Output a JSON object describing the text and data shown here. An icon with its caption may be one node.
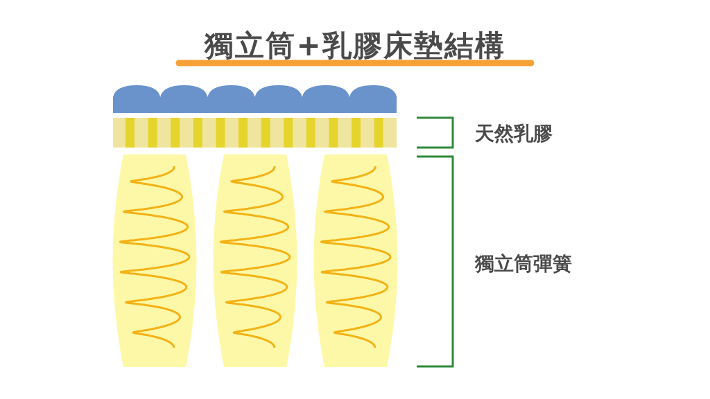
{
  "diagram": {
    "title": "獨立筒+乳膠床墊結構",
    "labels": [
      "天然乳膠",
      "獨立筒彈簧"
    ]
  }
}
